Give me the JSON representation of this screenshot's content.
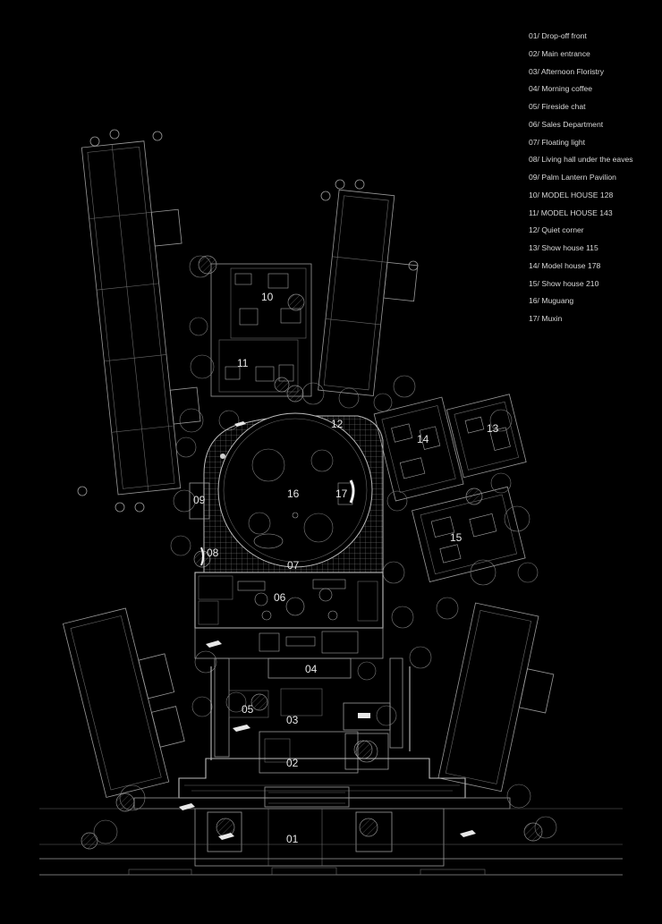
{
  "legend": [
    "01/ Drop-off front",
    "02/ Main entrance",
    "03/ Afternoon Floristry",
    "04/ Morning coffee",
    "05/ Fireside chat",
    "06/ Sales Department",
    "07/ Floating light",
    "08/ Living hall under the eaves",
    "09/ Palm Lantern Pavilion",
    "10/ MODEL HOUSE 128",
    "11/ MODEL HOUSE 143",
    "12/ Quiet corner",
    "13/ Show house 115",
    "14/ Model house 178",
    "15/ Show house 210",
    "16/ Muguang",
    "17/ Muxin"
  ],
  "labels": {
    "l01": "01",
    "l02": "02",
    "l03": "03",
    "l04": "04",
    "l05": "05",
    "l06": "06",
    "l07": "07",
    "l08": "08",
    "l09": "09",
    "l10": "10",
    "l11": "11",
    "l12": "12",
    "l13": "13",
    "l14": "14",
    "l15": "15",
    "l16": "16",
    "l17": "17"
  }
}
